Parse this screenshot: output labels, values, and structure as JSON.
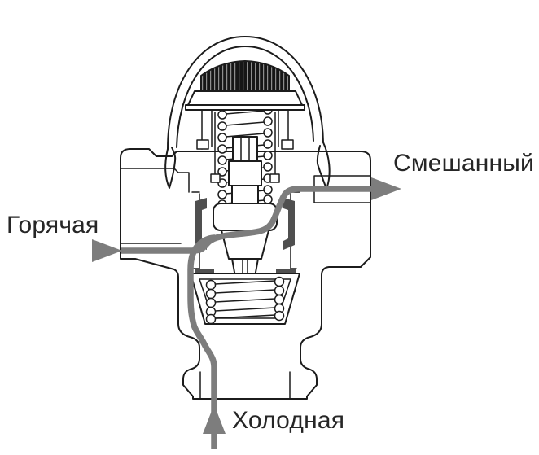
{
  "diagram": {
    "labels": {
      "hot": "Горячая",
      "cold": "Холодная",
      "mixed": "Смешанный"
    },
    "flows": [
      {
        "name": "hot-inlet",
        "label": "Горячая",
        "direction": "right, into left port"
      },
      {
        "name": "cold-inlet",
        "label": "Холодная",
        "direction": "up, into bottom port"
      },
      {
        "name": "mixed-outlet",
        "label": "Смешанный",
        "direction": "right, out of right port"
      }
    ],
    "colors": {
      "flow": "#7d7d7d",
      "line": "#1c1c1c",
      "seal": "#4f4f4f",
      "knurl_dark": "#161616",
      "background": "#ffffff",
      "label_text": "#262626"
    }
  }
}
